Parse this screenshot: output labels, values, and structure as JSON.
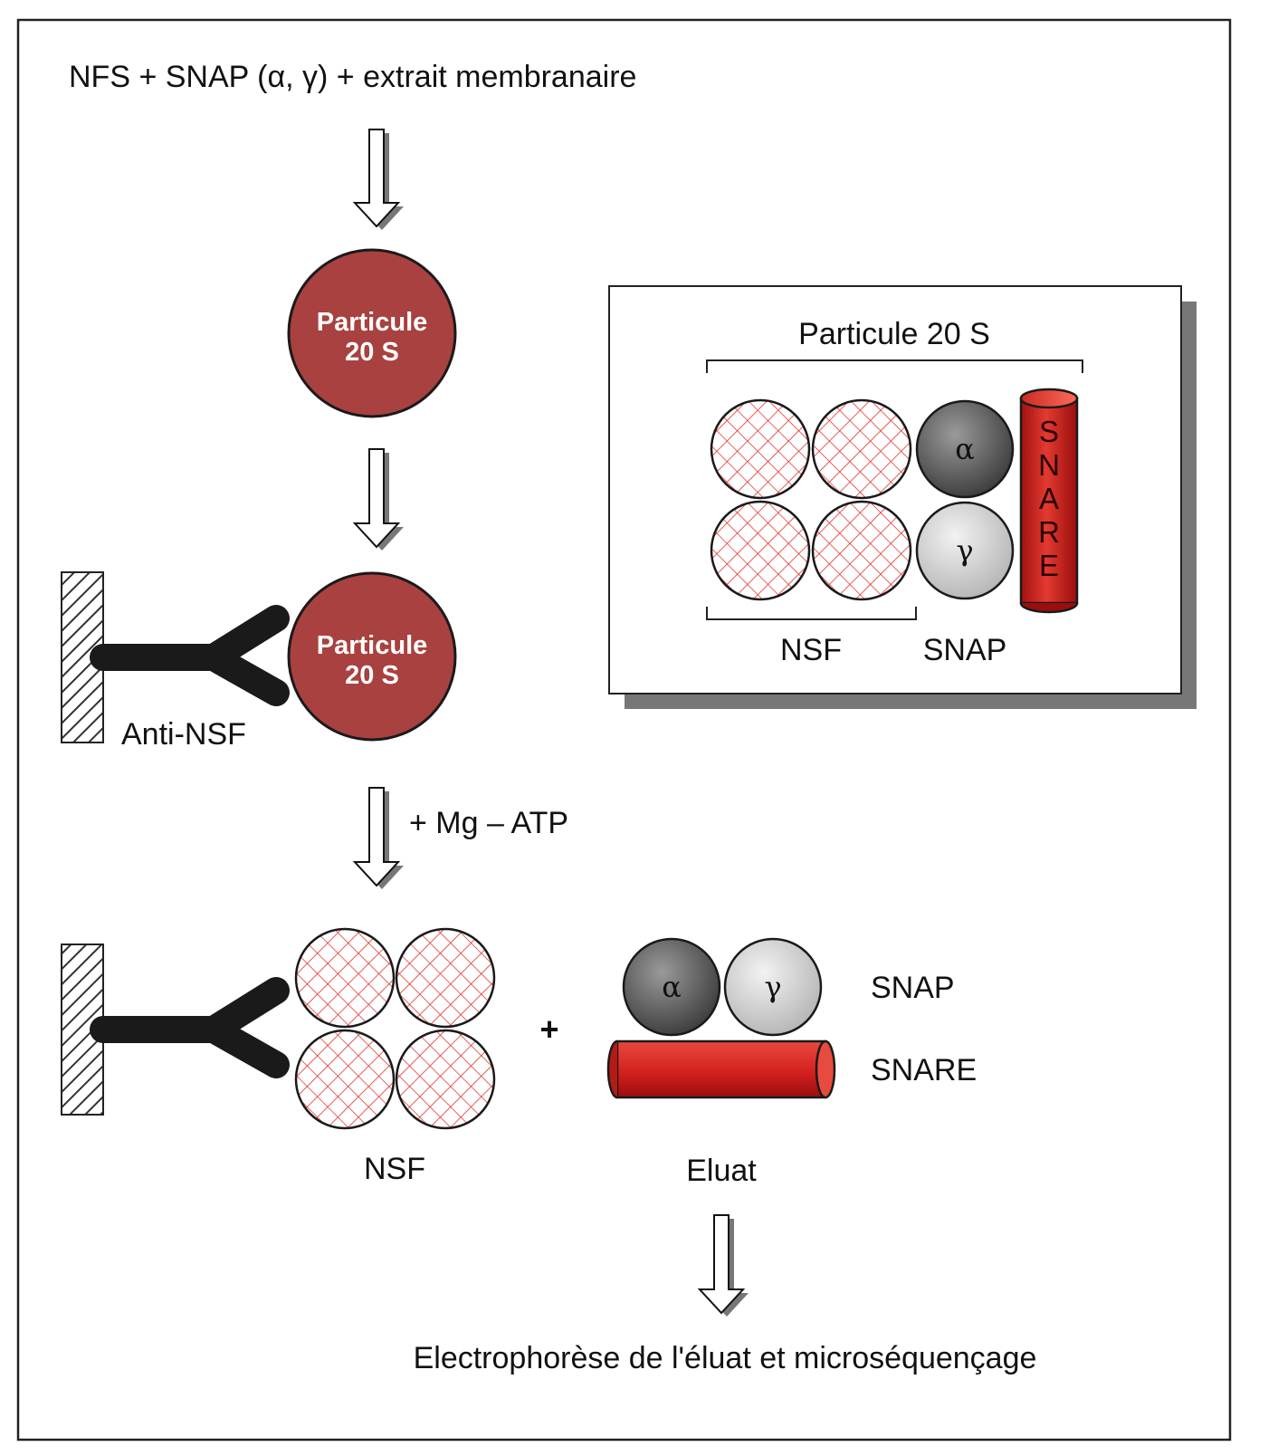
{
  "title": "NFS + SNAP (α, γ) + extrait membranaire",
  "particle": {
    "line1": "Particule",
    "line2": "20 S"
  },
  "antibody_label": "Anti-NSF",
  "step_label": "+ Mg – ATP",
  "inset": {
    "title": "Particule 20 S",
    "nsf_label": "NSF",
    "snap_label": "SNAP",
    "snare_letters": [
      "S",
      "N",
      "A",
      "R",
      "E"
    ]
  },
  "greek": {
    "alpha": "α",
    "gamma": "γ"
  },
  "plus": "+",
  "bottom": {
    "nsf_label": "NSF",
    "eluate_label": "Eluat",
    "snap_label": "SNAP",
    "snare_label": "SNARE"
  },
  "footer": "Electrophorèse de l'éluat et microséquençage",
  "colors": {
    "particle": "#a8413f",
    "nsf_grid": "#e0322c",
    "snare": "#d42020",
    "alpha_snap": "#6b6b6b",
    "gamma_snap": "#d2d2d2",
    "antibody": "#1a1a1a"
  }
}
